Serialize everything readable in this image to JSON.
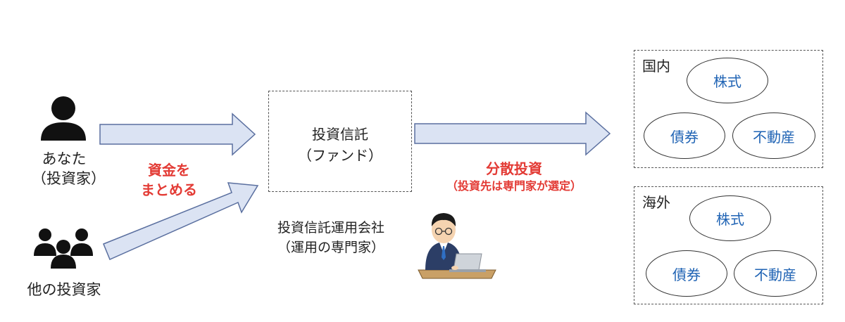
{
  "investors": {
    "you_line1": "あなた",
    "you_line2": "（投資家）",
    "others": "他の投資家"
  },
  "flow_labels": {
    "pool_line1": "資金を",
    "pool_line2": "まとめる",
    "diversify_line1": "分散投資",
    "diversify_line2": "（投資先は専門家が選定）"
  },
  "fund": {
    "title_line1": "投資信託",
    "title_line2": "（ファンド）"
  },
  "manager": {
    "line1": "投資信託運用会社",
    "line2": "（運用の専門家）"
  },
  "domestic": {
    "title": "国内",
    "assets": [
      "株式",
      "債券",
      "不動産"
    ]
  },
  "overseas": {
    "title": "海外",
    "assets": [
      "株式",
      "債券",
      "不動産"
    ]
  },
  "colors": {
    "arrow_fill": "#dbe3f3",
    "arrow_stroke": "#5a6f9f",
    "accent_red": "#e33b35",
    "asset_text": "#1f63b4"
  }
}
